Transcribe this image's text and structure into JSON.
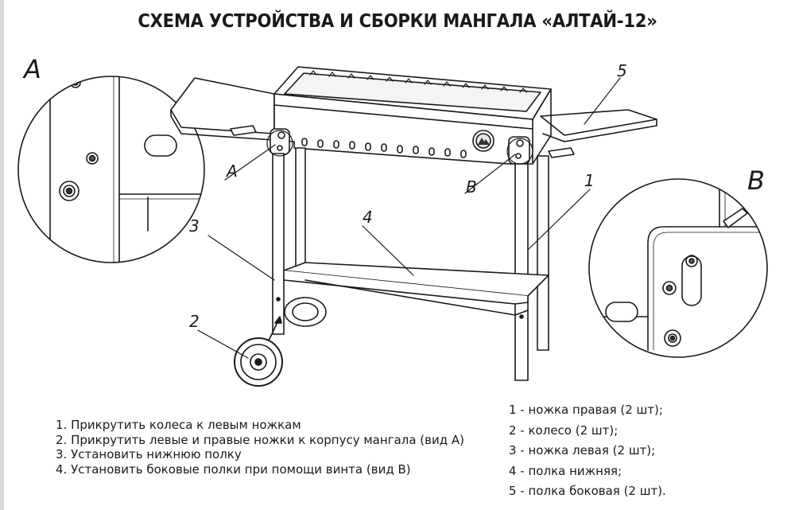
{
  "title": "СХЕМА УСТРОЙСТВА И СБОРКИ МАНГАЛА «АЛТАЙ-12»",
  "detail_views": [
    {
      "label": "A",
      "small_label": "A"
    },
    {
      "label": "B",
      "small_label": "B"
    }
  ],
  "callouts": [
    "1",
    "2",
    "3",
    "4",
    "5"
  ],
  "assembly_steps": [
    "1. Прикрутить колеса к левым ножкам",
    "2. Прикрутить левые и правые ножки к корпусу мангала (вид А)",
    "3. Установить нижнюю полку",
    "4. Установить боковые полки при помощи винта (вид В)"
  ],
  "parts_list": [
    "1 - ножка правая (2 шт);",
    "2 - колесо (2 шт);",
    "3 - ножка левая (2 шт);",
    "4 - полка нижняя;",
    "5 - полка боковая (2 шт)."
  ],
  "colors": {
    "line": "#1a1a1a",
    "fill": "#ffffff",
    "shade": "#e9e9e9"
  }
}
